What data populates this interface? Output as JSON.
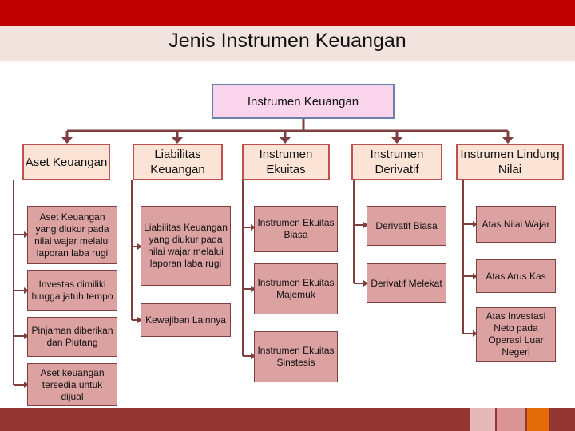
{
  "title": "Jenis Instrumen Keuangan",
  "root": "Instrumen Keuangan",
  "columns": [
    {
      "category": "Aset Keuangan",
      "items": [
        "Aset Keuangan yang diukur pada nilai wajar melalui laporan laba rugi",
        "Investas dimiliki hingga jatuh tempo",
        "Pinjaman diberikan dan Piutang",
        "Aset keuangan tersedia untuk dijual"
      ]
    },
    {
      "category": "Liabilitas Keuangan",
      "items": [
        "Liabilitas Keuangan yang diukur pada nilai wajar melalui laporan laba rugi",
        "Kewajiban Lainnya"
      ]
    },
    {
      "category": "Instrumen Ekuitas",
      "items": [
        "Instrumen Ekuitas Biasa",
        "Instrumen Ekuitas Majemuk",
        "Instrumen Ekuitas Sinstesis"
      ]
    },
    {
      "category": "Instrumen Derivatif",
      "items": [
        "Derivatif Biasa",
        "Derivatif Melekat"
      ]
    },
    {
      "category": "Instrumen Lindung Nilai",
      "items": [
        "Atas Nilai Wajar",
        "Atas Arus Kas",
        "Atas Investasi Neto pada Operasi Luar Negeri"
      ]
    }
  ],
  "colors": {
    "topbar": "#c00000",
    "category_fill": "#fbe4d5",
    "category_border": "#c0504d",
    "leaf_fill": "#dca1a1",
    "root_fill": "#fbd5ec",
    "connector": "#7f3f3f",
    "footer": "#943634"
  }
}
